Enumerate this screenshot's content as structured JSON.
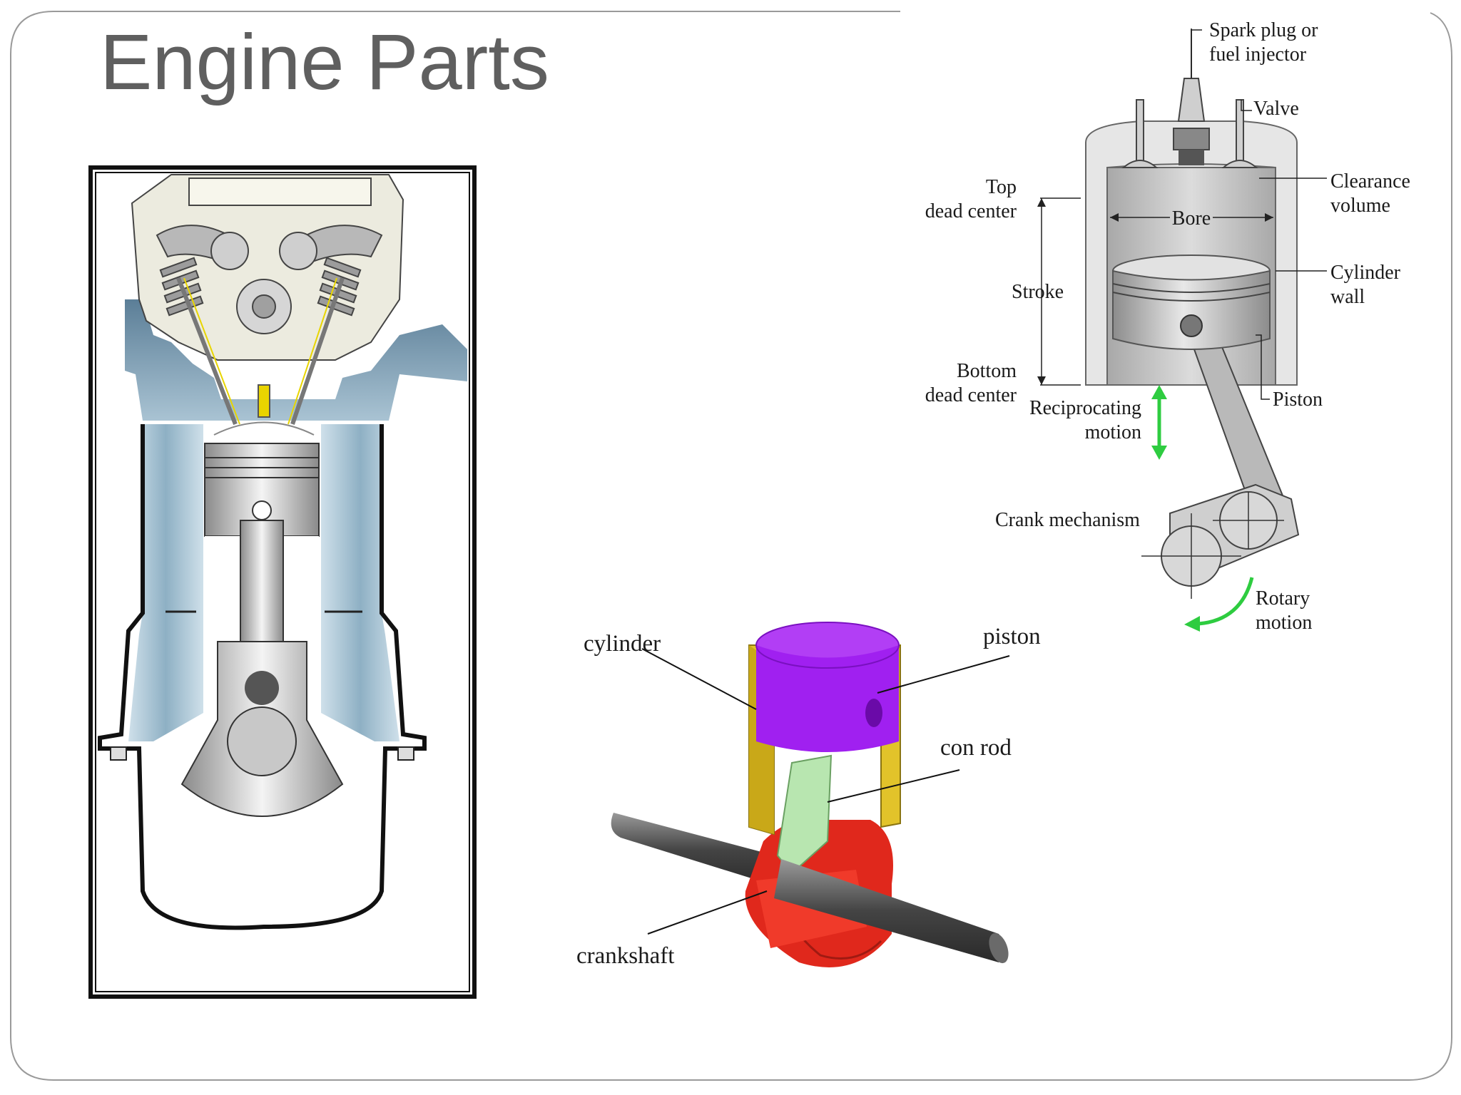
{
  "slide": {
    "title": "Engine Parts"
  },
  "figure_left": {
    "icon": "engine-cutaway-illustration"
  },
  "figure_right": {
    "labels": {
      "spark_plug": "Spark plug or\nfuel injector",
      "valve": "Valve",
      "clearance_volume": "Clearance\nvolume",
      "top_dead_center": "Top\ndead center",
      "bore": "Bore",
      "cylinder_wall": "Cylinder\nwall",
      "stroke": "Stroke",
      "bottom_dead_center": "Bottom\ndead center",
      "reciprocating_motion": "Reciprocating\nmotion",
      "piston": "Piston",
      "crank_mechanism": "Crank mechanism",
      "rotary_motion": "Rotary\nmotion"
    },
    "colors": {
      "arrow": "#2ecc40"
    }
  },
  "figure_bottom": {
    "labels": {
      "cylinder": "cylinder",
      "piston": "piston",
      "con_rod": "con rod",
      "crankshaft": "crankshaft"
    },
    "colors": {
      "cylinder": "#e2c32a",
      "piston": "#a020f0",
      "con_rod": "#b8e6b0",
      "crank": "#e0281c",
      "shaft": "#555555"
    }
  }
}
